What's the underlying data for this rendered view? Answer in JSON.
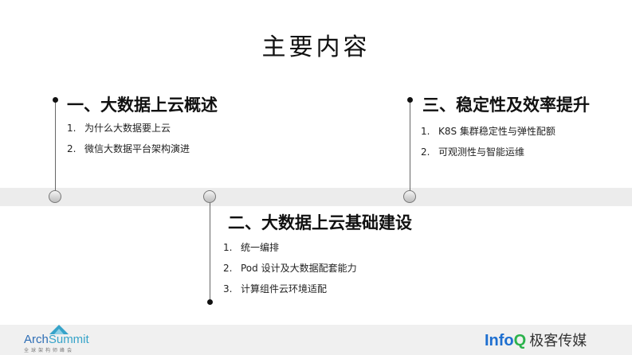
{
  "title": "主要内容",
  "sections": [
    {
      "title": "一、大数据上云概述",
      "items": [
        {
          "num": "1.",
          "text": "为什么大数据要上云"
        },
        {
          "num": "2.",
          "text": "微信大数据平台架构演进"
        }
      ]
    },
    {
      "title": "二、大数据上云基础建设",
      "items": [
        {
          "num": "1.",
          "text": "统一编排"
        },
        {
          "num": "2.",
          "text": "Pod 设计及大数据配套能力"
        },
        {
          "num": "3.",
          "text": "计算组件云环境适配"
        }
      ]
    },
    {
      "title": "三、稳定性及效率提升",
      "items": [
        {
          "num": "1.",
          "text": "K8S 集群稳定性与弹性配额"
        },
        {
          "num": "2.",
          "text": "可观测性与智能运维"
        }
      ]
    }
  ],
  "footer": {
    "arch_logo": "ArchSummit",
    "arch_logo_a": "Arch",
    "arch_logo_b": "Summit",
    "arch_sub": "全球架构师峰会",
    "infoq_a": "Info",
    "infoq_b": "Q",
    "infoq_cn": "极客传媒"
  }
}
